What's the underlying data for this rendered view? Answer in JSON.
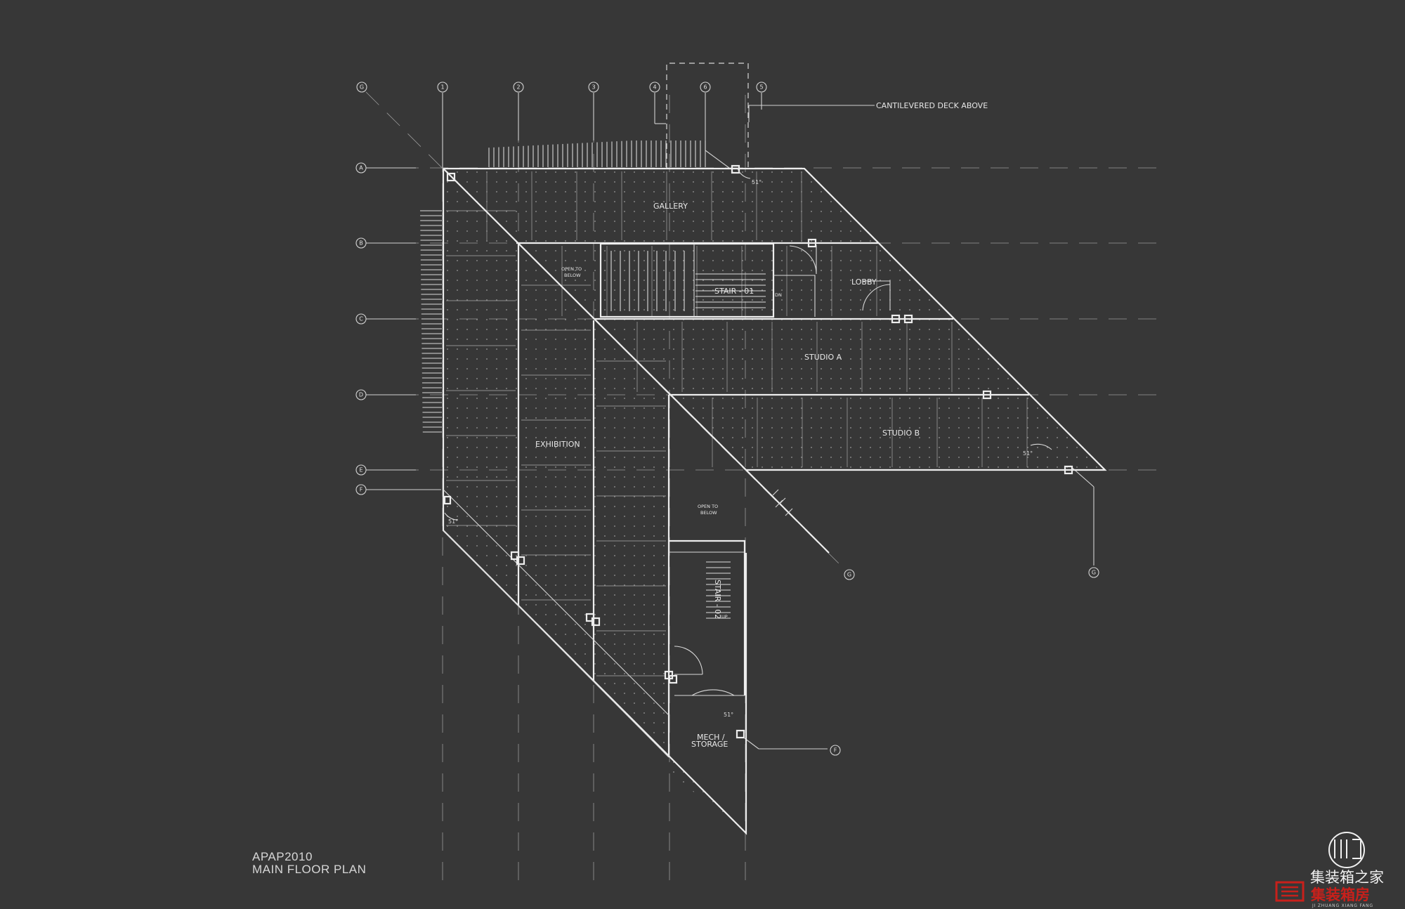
{
  "drawing": {
    "title_line1": "APAP2010",
    "title_line2": "MAIN FLOOR PLAN"
  },
  "grid_axes": {
    "vertical": [
      "G",
      "1",
      "2",
      "3",
      "4",
      "6",
      "5"
    ],
    "horizontal": [
      "A",
      "B",
      "C",
      "D",
      "E",
      "F"
    ],
    "diagonal_ends": [
      "G",
      "G",
      "F"
    ]
  },
  "rooms": {
    "gallery": "GALLERY",
    "lobby": "LOBBY",
    "studio_a": "STUDIO A",
    "studio_b": "STUDIO B",
    "exhibition": "EXHIBITION",
    "stair_01": "STAIR - 01",
    "stair_02": "STAIR - 02",
    "mech_line1": "MECH /",
    "mech_line2": "STORAGE",
    "open_below_1_line1": "OPEN TO",
    "open_below_1_line2": "BELOW",
    "open_below_2_line1": "OPEN TO",
    "open_below_2_line2": "BELOW",
    "stair_dn": "DN",
    "stair_up": "UP"
  },
  "annotations": {
    "cantilever": "CANTILEVERED DECK ABOVE",
    "angles": [
      "51°",
      "51°",
      "51°",
      "51°"
    ]
  },
  "watermark": {
    "chinese_white": "集装箱之家",
    "chinese_red": "集装箱房",
    "pinyin": "JI ZHUANG XIANG FANG"
  },
  "colors": {
    "background": "#373737",
    "linework": "#ededed",
    "watermark_red": "#c8201b"
  }
}
